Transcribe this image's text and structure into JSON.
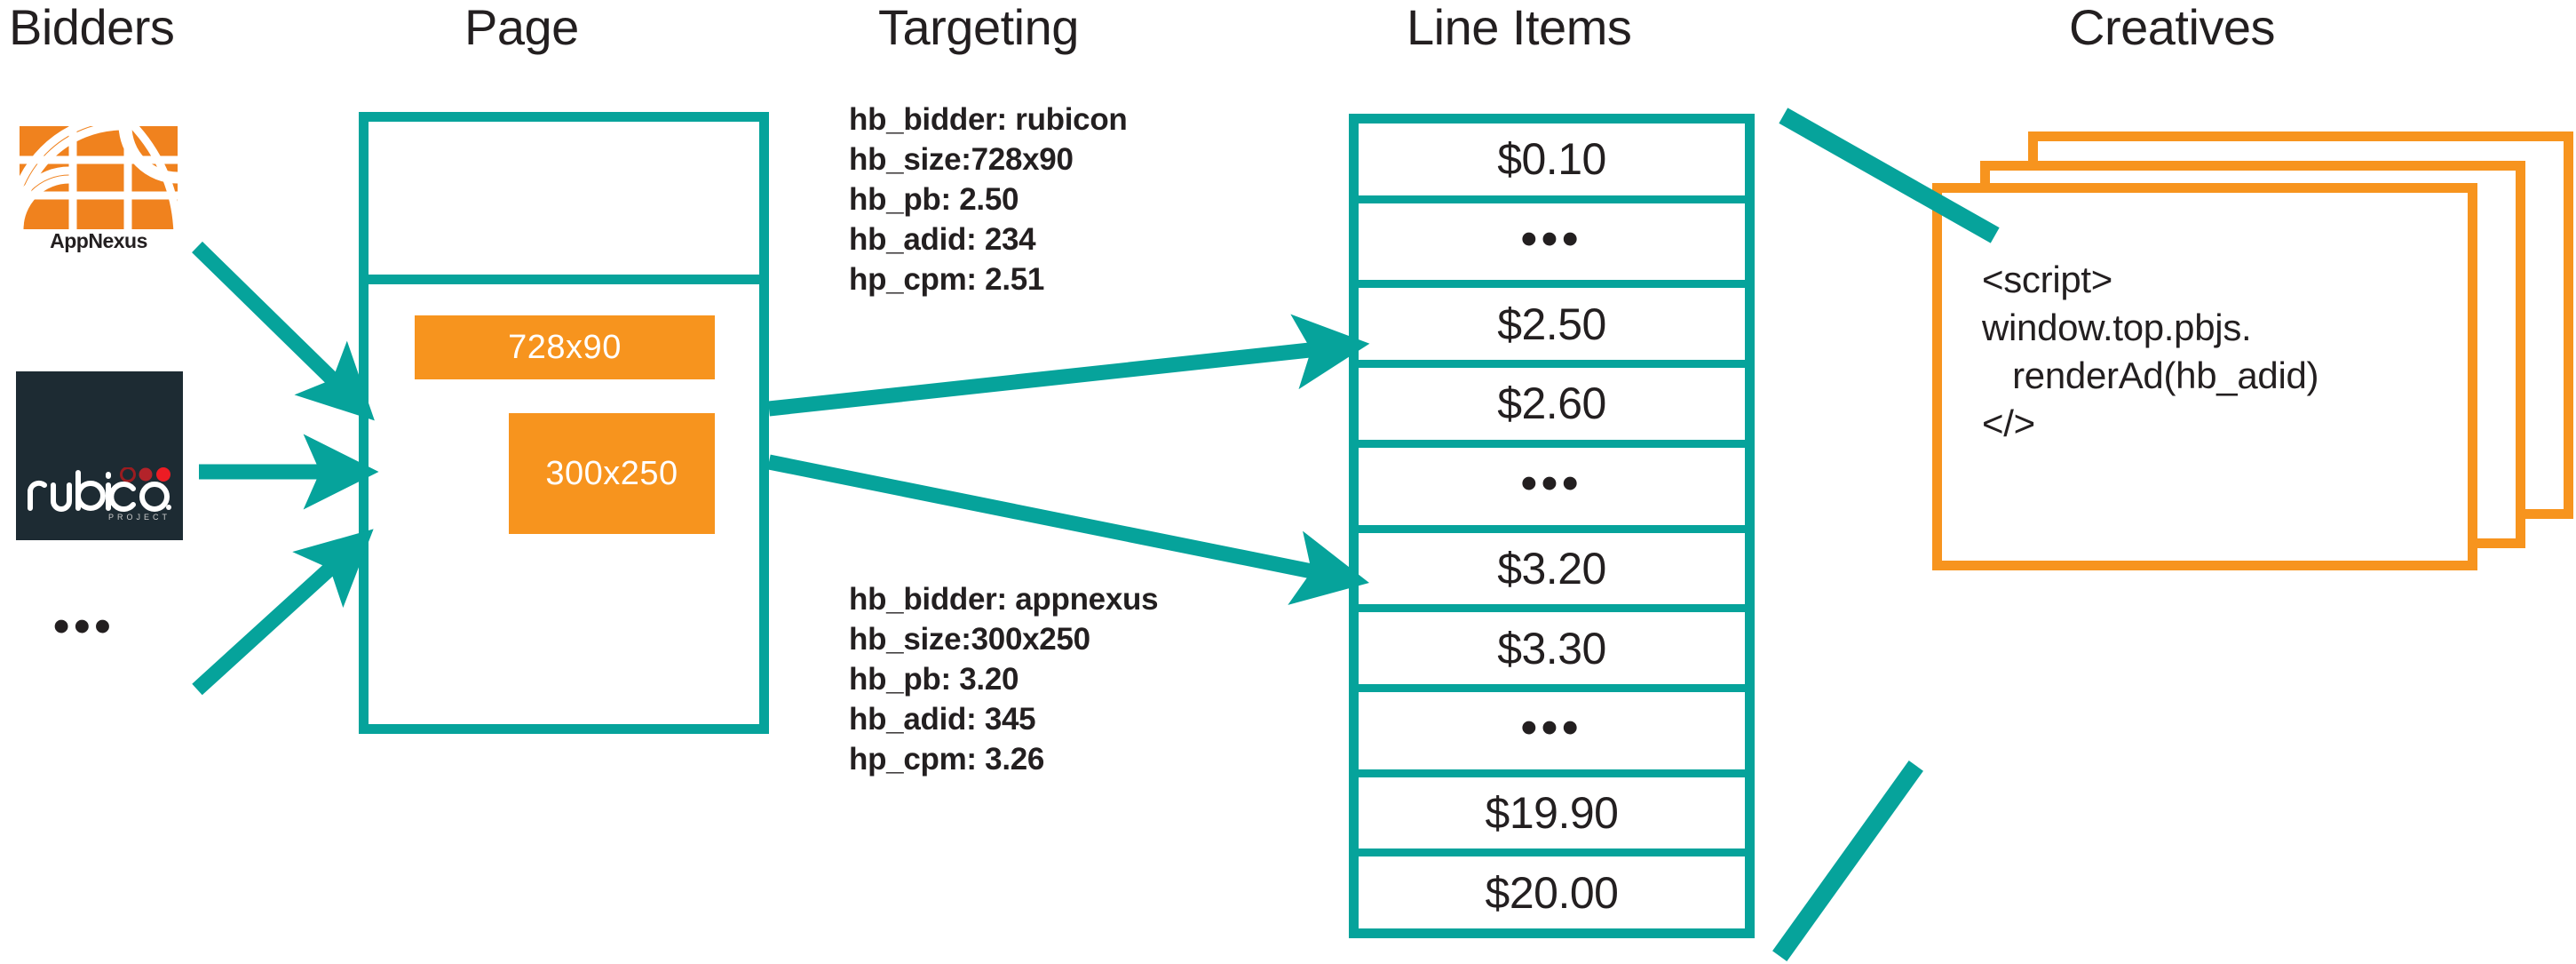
{
  "colors": {
    "teal": "#06a39b",
    "orange": "#f7941e",
    "dark": "#231f20",
    "rubicon_bg": "#1d2b33",
    "rubicon_red": "#ed1c24"
  },
  "columns": {
    "bidders": {
      "title": "Bidders"
    },
    "page": {
      "title": "Page"
    },
    "targeting": {
      "title": "Targeting"
    },
    "line_items": {
      "title": "Line Items"
    },
    "creatives": {
      "title": "Creatives"
    }
  },
  "bidders": {
    "items": [
      {
        "name": "AppNexus",
        "label": "AppNexus"
      },
      {
        "name": "rubicon project",
        "wordmark": "rubicon",
        "subtext": "PROJECT"
      }
    ],
    "more": "•••"
  },
  "page": {
    "ad_slots": [
      {
        "label": "728x90"
      },
      {
        "label": "300x250"
      }
    ]
  },
  "targeting": {
    "blocks": [
      {
        "text": "hb_bidder: rubicon\nhb_size:728x90\nhb_pb: 2.50\nhb_adid: 234\nhp_cpm: 2.51",
        "keys": {
          "hb_bidder": "rubicon",
          "hb_size": "728x90",
          "hb_pb": "2.50",
          "hb_adid": "234",
          "hp_cpm": "2.51"
        }
      },
      {
        "text": "hb_bidder: appnexus\nhb_size:300x250\nhb_pb: 3.20\nhb_adid: 345\nhp_cpm: 3.26",
        "keys": {
          "hb_bidder": "appnexus",
          "hb_size": "300x250",
          "hb_pb": "3.20",
          "hb_adid": "345",
          "hp_cpm": "3.26"
        }
      }
    ]
  },
  "line_items": {
    "rows": [
      {
        "label": "$0.10",
        "kind": "price"
      },
      {
        "label": "•••",
        "kind": "ellipsis"
      },
      {
        "label": "$2.50",
        "kind": "price"
      },
      {
        "label": "$2.60",
        "kind": "price"
      },
      {
        "label": "•••",
        "kind": "ellipsis"
      },
      {
        "label": "$3.20",
        "kind": "price"
      },
      {
        "label": "$3.30",
        "kind": "price"
      },
      {
        "label": "•••",
        "kind": "ellipsis"
      },
      {
        "label": "$19.90",
        "kind": "price"
      },
      {
        "label": "$20.00",
        "kind": "price"
      }
    ]
  },
  "creatives": {
    "card_count": 3,
    "code": "<script>\nwindow.top.pbjs.\n   renderAd(hb_adid)\n</>"
  }
}
